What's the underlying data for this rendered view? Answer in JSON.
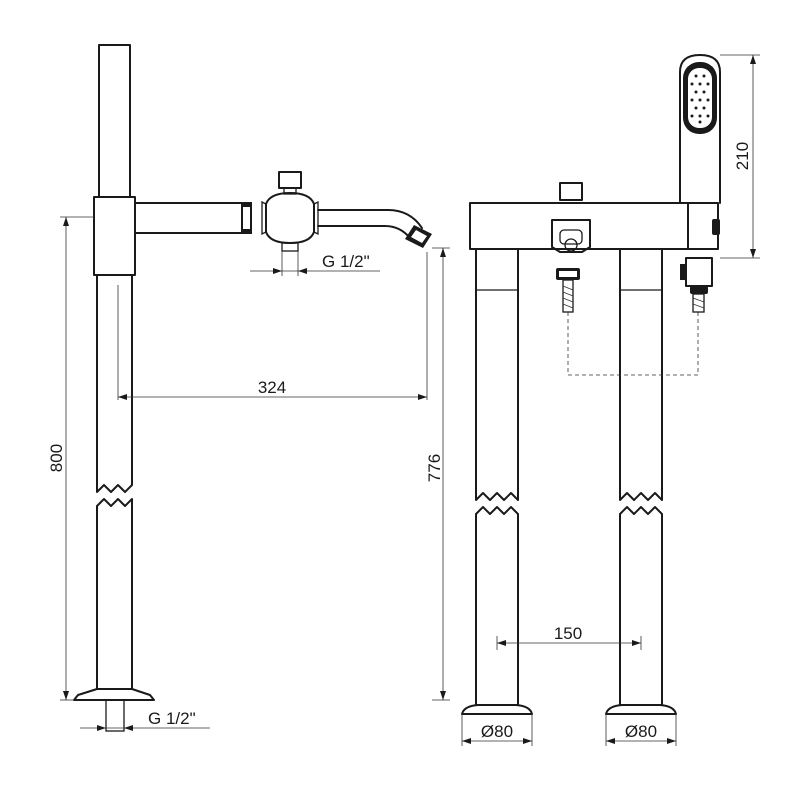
{
  "dimensions": {
    "total_height": "800",
    "spout_height": "776",
    "spout_reach": "324",
    "handshower_height": "210",
    "leg_spacing": "150",
    "inlet_thread_bottom": "G 1/2\"",
    "shower_outlet_thread": "G 1/2\"",
    "base_diameter_left": "Ø80",
    "base_diameter_right": "Ø80"
  },
  "colors": {
    "line": "#1a1a1a",
    "background": "#ffffff"
  }
}
